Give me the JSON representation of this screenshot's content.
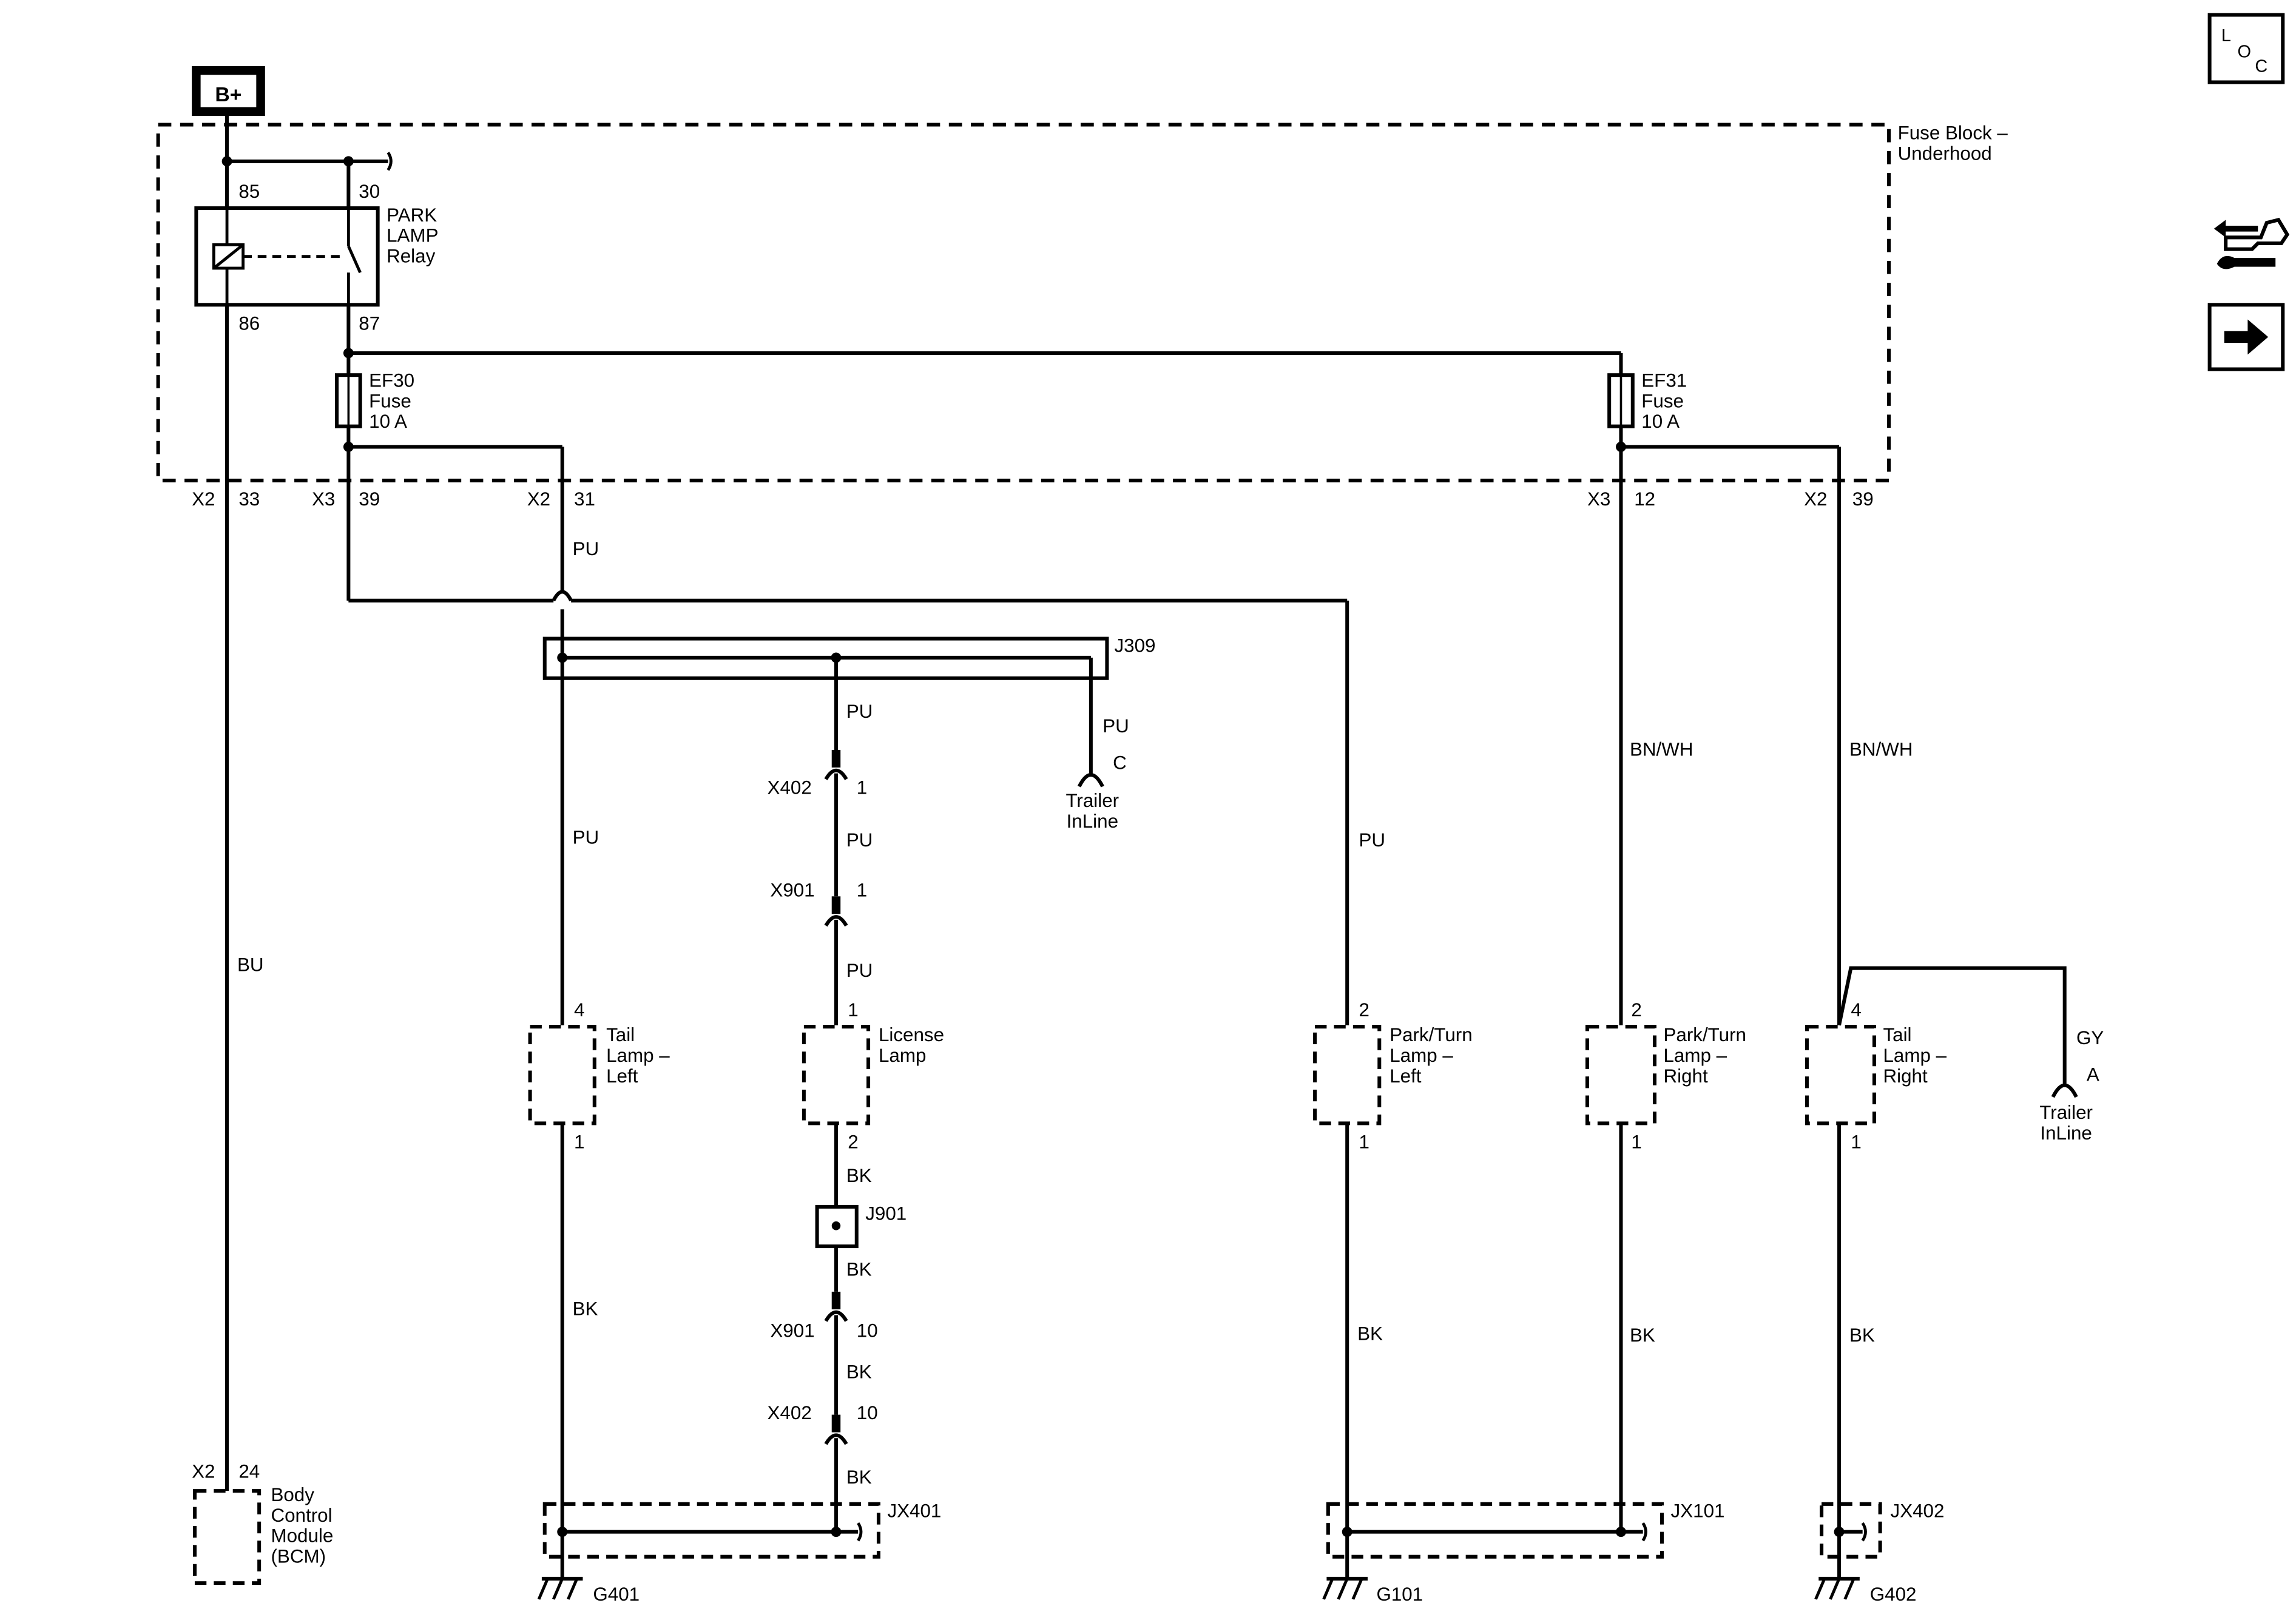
{
  "header": {
    "battery": "B+"
  },
  "fuse_block": {
    "label_line1": "Fuse Block –",
    "label_line2": "Underhood"
  },
  "relay": {
    "name_line1": "PARK",
    "name_line2": "LAMP",
    "name_line3": "Relay",
    "pin85": "85",
    "pin30": "30",
    "pin86": "86",
    "pin87": "87"
  },
  "fuses": [
    {
      "name": "EF30",
      "type": "Fuse",
      "rating": "10 A"
    },
    {
      "name": "EF31",
      "type": "Fuse",
      "rating": "10 A"
    }
  ],
  "connector_pins": [
    {
      "connector": "X2",
      "pin": "33"
    },
    {
      "connector": "X3",
      "pin": "39"
    },
    {
      "connector": "X2",
      "pin": "31"
    },
    {
      "connector": "X3",
      "pin": "12"
    },
    {
      "connector": "X2",
      "pin": "39"
    }
  ],
  "wire_colors": {
    "pu_top": "PU",
    "bu": "BU",
    "pu_tail_left": "PU",
    "pu_j309_down": "PU",
    "pu_x402_x901": "PU",
    "pu_x901_license": "PU",
    "pu_trailer_c": "PU",
    "pu_park_left": "PU",
    "bnwh_right1": "BN/WH",
    "bnwh_right2": "BN/WH",
    "gy": "GY",
    "bk_tail_left": "BK",
    "bk_license_j901": "BK",
    "bk_j901_x901": "BK",
    "bk_x901_x402": "BK",
    "bk_x402_jx401": "BK",
    "bk_park_left": "BK",
    "bk_park_right": "BK",
    "bk_tail_right": "BK"
  },
  "splices": {
    "j309": "J309",
    "j901": "J901",
    "jx401": "JX401",
    "jx101": "JX101",
    "jx402": "JX402"
  },
  "inline_connectors": [
    {
      "name": "X402",
      "pin": "1"
    },
    {
      "name": "X901",
      "pin": "1"
    },
    {
      "name": "X901",
      "pin": "10"
    },
    {
      "name": "X402",
      "pin": "10"
    }
  ],
  "trailer": {
    "c_pin": "C",
    "a_pin": "A",
    "label_line1": "Trailer",
    "label_line2": "InLine"
  },
  "lamps": {
    "tail_left": {
      "line1": "Tail",
      "line2": "Lamp –",
      "line3": "Left",
      "pin_top": "4",
      "pin_bottom": "1"
    },
    "license": {
      "line1": "License",
      "line2": "Lamp",
      "pin_top": "1",
      "pin_bottom": "2"
    },
    "park_left": {
      "line1": "Park/Turn",
      "line2": "Lamp –",
      "line3": "Left",
      "pin_top": "2",
      "pin_bottom": "1"
    },
    "park_right": {
      "line1": "Park/Turn",
      "line2": "Lamp –",
      "line3": "Right",
      "pin_top": "2",
      "pin_bottom": "1"
    },
    "tail_right": {
      "line1": "Tail",
      "line2": "Lamp –",
      "line3": "Right",
      "pin_top": "4",
      "pin_bottom": "1"
    }
  },
  "bcm": {
    "connector": "X2",
    "pin": "24",
    "line1": "Body",
    "line2": "Control",
    "line3": "Module",
    "line4": "(BCM)"
  },
  "grounds": {
    "g401": "G401",
    "g101": "G101",
    "g402": "G402"
  },
  "side_icons": {
    "loc": {
      "l": "L",
      "o": "O",
      "c": "C"
    },
    "service_icon": "connector-service-icon",
    "next_icon": "arrow-right-icon"
  }
}
